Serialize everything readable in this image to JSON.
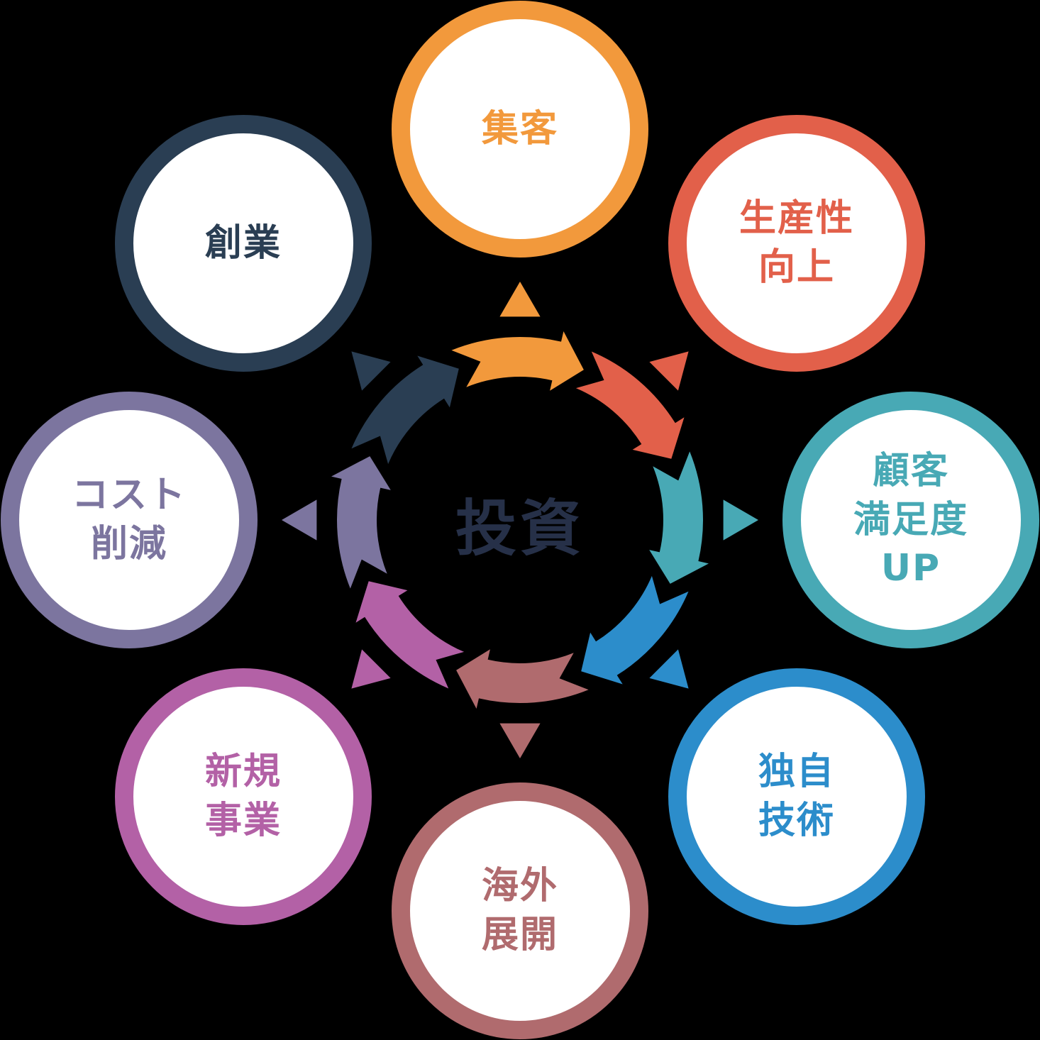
{
  "diagram": {
    "title": "investment-cycle",
    "background_color": "#000000",
    "node_fill_color": "#FFFFFF",
    "flow_direction": "clockwise",
    "center": {
      "label": "投資",
      "color": "#263048"
    },
    "nodes": [
      {
        "id": "shukyaku",
        "label": "集客",
        "lines": [
          "集客"
        ],
        "color": "#F2993C",
        "angle": 0
      },
      {
        "id": "seisansei",
        "label": "生産性向上",
        "lines": [
          "生産性",
          "向上"
        ],
        "color": "#E2604A",
        "angle": 45
      },
      {
        "id": "kokyaku-up",
        "label": "顧客満足度UP",
        "lines": [
          "顧客",
          "満足度",
          "UP"
        ],
        "color": "#48A9B5",
        "angle": 90
      },
      {
        "id": "dokuji-gijutsu",
        "label": "独自技術",
        "lines": [
          "独自",
          "技術"
        ],
        "color": "#2C8DCB",
        "angle": 135
      },
      {
        "id": "kaigai-tenkai",
        "label": "海外展開",
        "lines": [
          "海外",
          "展開"
        ],
        "color": "#B06B6E",
        "angle": 180
      },
      {
        "id": "shinki-jigyo",
        "label": "新規事業",
        "lines": [
          "新規",
          "事業"
        ],
        "color": "#B361A6",
        "angle": 225
      },
      {
        "id": "cost-sakugen",
        "label": "コスト削減",
        "lines": [
          "コスト",
          "削減"
        ],
        "color": "#7C759F",
        "angle": 270
      },
      {
        "id": "sogyo",
        "label": "創業",
        "lines": [
          "創業"
        ],
        "color": "#2A3E53",
        "angle": 315
      }
    ]
  }
}
